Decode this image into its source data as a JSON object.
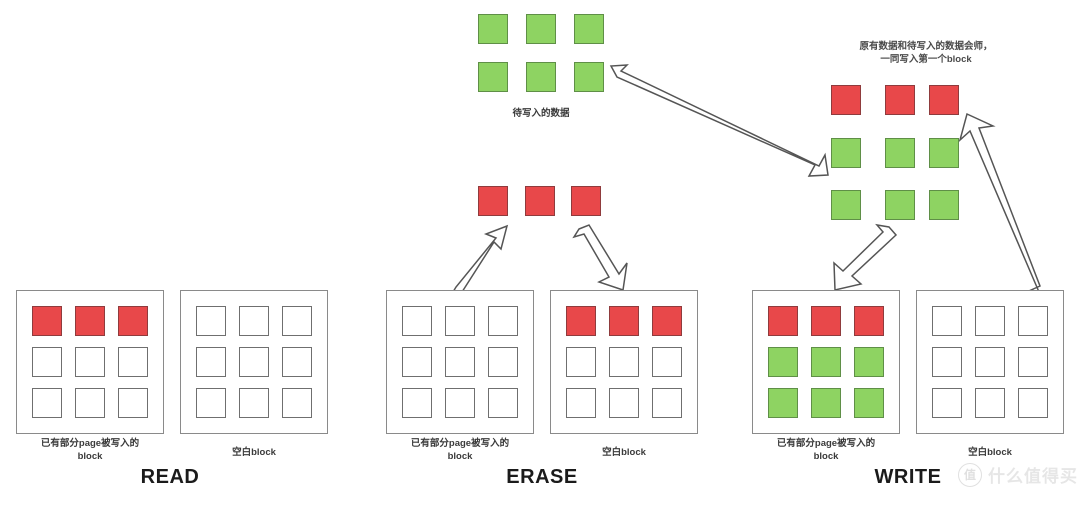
{
  "diagram": {
    "title_hidden": "SSD READ / ERASE / WRITE page-block diagram",
    "colors": {
      "red_page": "#e8484a",
      "green_page": "#8ed362",
      "empty_page": "#ffffff",
      "border": "#6f6f6f",
      "block_border": "#8a8a8a",
      "arrow_fill": "#ffffff",
      "arrow_stroke": "#555555",
      "text": "#3a3a3a",
      "phase_text": "#1b1b1b"
    },
    "labels": {
      "partial_block": "已有部分page被写入的\nblock",
      "partial_block_line1": "已有部分page被写入的",
      "partial_block_line2": "block",
      "empty_block": "空白block",
      "pending_data": "待写入的数据",
      "merge_note_line1": "原有数据和待写入的数据会师，",
      "merge_note_line2": "一同写入第一个block"
    },
    "phases": [
      {
        "name": "read",
        "label": "READ"
      },
      {
        "name": "erase",
        "label": "ERASE"
      },
      {
        "name": "write",
        "label": "WRITE"
      }
    ],
    "sections": {
      "read": {
        "phase_label": "READ",
        "blocks": [
          {
            "name": "partial-block",
            "caption_line1": "已有部分page被写入的",
            "caption_line2": "block",
            "cells": [
              [
                "red",
                "red",
                "red"
              ],
              [
                "empty",
                "empty",
                "empty"
              ],
              [
                "empty",
                "empty",
                "empty"
              ]
            ]
          },
          {
            "name": "empty-block",
            "caption_line1": "空白block",
            "caption_line2": "",
            "cells": [
              [
                "empty",
                "empty",
                "empty"
              ],
              [
                "empty",
                "empty",
                "empty"
              ],
              [
                "empty",
                "empty",
                "empty"
              ]
            ]
          }
        ]
      },
      "erase": {
        "phase_label": "ERASE",
        "floating_pages": [
          "red",
          "red",
          "red"
        ],
        "blocks": [
          {
            "name": "partial-block",
            "caption_line1": "已有部分page被写入的",
            "caption_line2": "block",
            "cells": [
              [
                "empty",
                "empty",
                "empty"
              ],
              [
                "empty",
                "empty",
                "empty"
              ],
              [
                "empty",
                "empty",
                "empty"
              ]
            ]
          },
          {
            "name": "empty-block",
            "caption_line1": "空白block",
            "caption_line2": "",
            "cells": [
              [
                "red",
                "red",
                "red"
              ],
              [
                "empty",
                "empty",
                "empty"
              ],
              [
                "empty",
                "empty",
                "empty"
              ]
            ]
          }
        ],
        "arrows": [
          {
            "name": "read-out-arrow",
            "from": "partial-block",
            "to": "floating-pages",
            "direction": "up-right"
          },
          {
            "name": "write-in-arrow",
            "from": "floating-pages",
            "to": "empty-block",
            "direction": "down-right"
          }
        ]
      },
      "write": {
        "phase_label": "WRITE",
        "note_line1": "原有数据和待写入的数据会师，",
        "note_line2": "一同写入第一个block",
        "merged_grid": {
          "name": "merged-pages",
          "cells": [
            [
              "red",
              "red",
              "red"
            ],
            [
              "green",
              "green",
              "green"
            ],
            [
              "green",
              "green",
              "green"
            ]
          ]
        },
        "blocks": [
          {
            "name": "partial-block",
            "caption_line1": "已有部分page被写入的",
            "caption_line2": "block",
            "cells": [
              [
                "red",
                "red",
                "red"
              ],
              [
                "green",
                "green",
                "green"
              ],
              [
                "green",
                "green",
                "green"
              ]
            ]
          },
          {
            "name": "empty-block",
            "caption_line1": "空白block",
            "caption_line2": "",
            "cells": [
              [
                "empty",
                "empty",
                "empty"
              ],
              [
                "empty",
                "empty",
                "empty"
              ],
              [
                "empty",
                "empty",
                "empty"
              ]
            ]
          }
        ],
        "arrows": [
          {
            "name": "merge-down-arrow",
            "from": "merged-pages",
            "to": "partial-block",
            "direction": "down-left"
          },
          {
            "name": "source-up-arrow",
            "from": "empty-block",
            "to": "merged-pages",
            "direction": "up-left"
          }
        ]
      },
      "pending": {
        "name": "pending-data",
        "label": "待写入的数据",
        "cells": [
          [
            "green",
            "green",
            "green"
          ],
          [
            "green",
            "green",
            "green"
          ]
        ],
        "arrow": {
          "name": "pending-to-merge-arrow",
          "direction": "down-right"
        }
      }
    }
  },
  "watermark": {
    "mark": "值",
    "text": "什么值得买"
  }
}
